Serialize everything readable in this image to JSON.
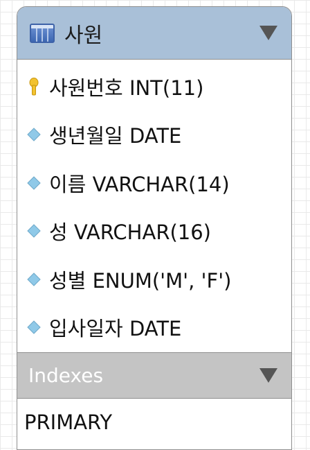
{
  "table": {
    "name": "사원",
    "colors": {
      "header": "#a9c0d8",
      "index_header": "#c4c4c4",
      "key_icon": "#f2c230",
      "column_icon": "#8fc9e8"
    },
    "columns": [
      {
        "label": "사원번호 INT(11)",
        "icon": "key-icon"
      },
      {
        "label": "생년월일 DATE",
        "icon": "diamond-icon"
      },
      {
        "label": "이름 VARCHAR(14)",
        "icon": "diamond-icon"
      },
      {
        "label": "성 VARCHAR(16)",
        "icon": "diamond-icon"
      },
      {
        "label": "성별 ENUM('M', 'F')",
        "icon": "diamond-icon"
      },
      {
        "label": "입사일자 DATE",
        "icon": "diamond-icon"
      }
    ],
    "indexes_title": "Indexes",
    "indexes": [
      "PRIMARY"
    ]
  }
}
